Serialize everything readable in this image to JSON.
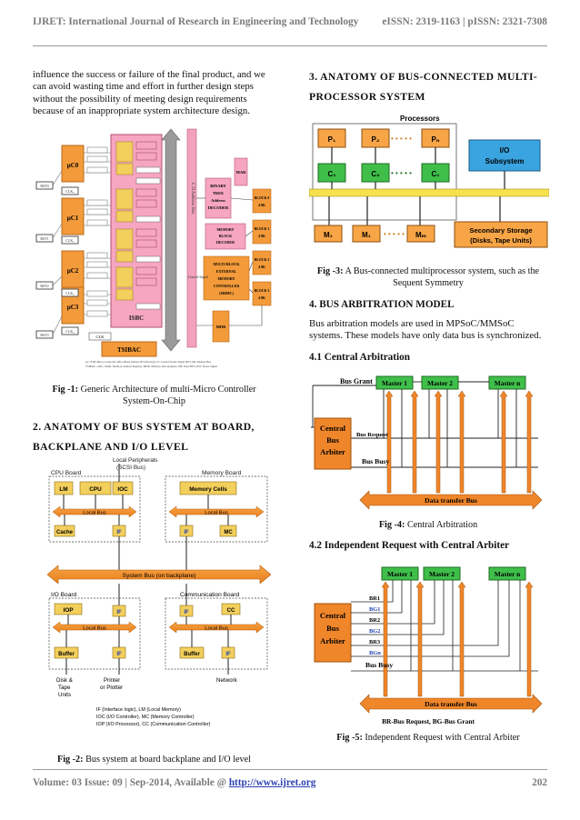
{
  "header": {
    "journal": "IJRET: International Journal of Research in Engineering and Technology",
    "issn": "eISSN: 2319-1163 | pISSN: 2321-7308"
  },
  "left": {
    "intro_lines": [
      "influence the success or failure of the final product, and we",
      "can avoid wasting time and effort in further design steps",
      "without the possibility of meeting design requirements",
      "because of an inappropriate system architecture design."
    ],
    "fig1": {
      "caption_label": "Fig -1:",
      "caption_lines": [
        "Generic Architecture of multi-Micro Controller",
        "System-On-Chip"
      ],
      "controllers": [
        "µC0",
        "µC1",
        "µC2",
        "µC3"
      ],
      "rst": [
        "RST0",
        "RST1",
        "RST2",
        "RST3"
      ],
      "clk": [
        "CLK₀",
        "CLK₁",
        "CLK₂",
        "CLK₃"
      ],
      "binary_tree": [
        "BINARY",
        "TREE",
        "Address",
        "DECODER"
      ],
      "memory_block_decoder": [
        "MEMORY",
        "BLOCK",
        "DECODER"
      ],
      "multi_block": [
        "MULTI-BLOCK",
        "EXTERNAL",
        "MEMORY",
        "CONTROLLER",
        "(MBMC)"
      ],
      "blocks": [
        [
          "BLOCK 0",
          "4-8K"
        ],
        [
          "BLOCK 1",
          "4-8K"
        ],
        [
          "BLOCK 2",
          "4-8K"
        ],
        [
          "BLOCK 3",
          "4-8K"
        ]
      ],
      "isbc": "ISBC",
      "tsibac": "TSIBAC",
      "clk_label": "CLK",
      "mar": "MAR",
      "mdr": "MDR",
      "control_signal": "Control Signal",
      "bus_label_s": "C D Address Bus",
      "footnote": "µC: 8-Bit Micro-Controller (Pico-Blaze (Xilinx IP Software)) CS: Control/Status Signal BUS AB: Address Bus TSIBAC: ASIC, MAR: Memory Address Register, MDR: Memory Data Register, DB: Data BUS, RST: Reset Signal"
    },
    "sec2": {
      "title_lines": [
        "2. ANATOMY OF BUS SYSTEM AT BOARD,",
        "BACKPLANE AND I/O LEVEL"
      ]
    },
    "fig2": {
      "local_peripheral": [
        "Local Peripherals",
        "(SCSI Bus)"
      ],
      "cpu_board": "CPU Board",
      "memory_board": "Memory Board",
      "lm": "LM",
      "cpu": "CPU",
      "ioc": "IOC",
      "memory_cells": "Memory Cells",
      "local_bus": "Local Bus",
      "cache": "Cache",
      "if": "IF",
      "mc": "MC",
      "system_bus": "System Bus (on backplane)",
      "io_board": "I/O Board",
      "comm_board": "Communication Board",
      "iop": "IOP",
      "cc": "CC",
      "buffer": "Buffer",
      "disk": [
        "Disk &",
        "Tape",
        "Units"
      ],
      "printer": [
        "Printer",
        "or Plotter"
      ],
      "network": "Network",
      "legend": [
        "IF (Interface logic), LM (Local Memory)",
        "IOC (I/O Controller), MC (Memory Controller)",
        "IOP (I/O Processor), CC (Communication Controller)"
      ],
      "caption_label": "Fig -2:",
      "caption_text": "Bus system at board backplane and I/O level"
    }
  },
  "right": {
    "sec3": {
      "title_lines": [
        "3.  ANATOMY  OF  BUS-CONNECTED  MULTI-",
        "PROCESSOR SYSTEM"
      ]
    },
    "fig3": {
      "processors": "Processors",
      "p": [
        "P₁",
        "P₂",
        "Pₙ"
      ],
      "c": [
        "C₁",
        "C₂",
        "C₁"
      ],
      "m": [
        "M₁",
        "M₁",
        "Mₘ"
      ],
      "io": [
        "I/O",
        "Subsystem"
      ],
      "storage": [
        "Secondary Storage",
        "(Disks, Tape Units)"
      ],
      "dots": "• • • • •",
      "caption_label": "Fig -3:",
      "caption_lines": [
        "A Bus-connected multiprocessor system, such as the",
        "Sequent Symmetry"
      ]
    },
    "sec4": {
      "title": "4. BUS ARBITRATION MODEL",
      "para_lines": [
        "Bus  arbitration  models  are  used  in  MPSoC/MMSoC",
        "systems. These models have only data bus is synchronized."
      ],
      "sub1": "4.1 Central Arbitration",
      "sub2": "4.2 Independent Request with Central Arbiter"
    },
    "fig4": {
      "bus_grant": "Bus Grant",
      "masters": [
        "Master 1",
        "Master 2",
        "Master n"
      ],
      "arbiter": [
        "Central",
        "Bus",
        "Arbiter"
      ],
      "bus_request": "Bus Request",
      "bus_busy": "Bus Busy",
      "data_bus": "Data transfer Bus",
      "caption_label": "Fig -4:",
      "caption_text": "Central Arbitration"
    },
    "fig5": {
      "masters": [
        "Master 1",
        "Master 2",
        "Master n"
      ],
      "arbiter": [
        "Central",
        "Bus",
        "Arbiter"
      ],
      "lines": [
        "BR1",
        "BG1",
        "BR2",
        "BG2",
        "BR3",
        "BGn"
      ],
      "bus_busy": "Bus Busy",
      "data_bus": "Data transfer Bus",
      "legend": "BR-Bus Request, BG-Bus Grant",
      "caption_label": "Fig -5:",
      "caption_text": "Independent Request with Central Arbiter"
    }
  },
  "footer": {
    "volume": "Volume: 03 Issue: 09 | Sep-2014, Available @ ",
    "url": "http://www.ijret.org",
    "page": "202"
  }
}
